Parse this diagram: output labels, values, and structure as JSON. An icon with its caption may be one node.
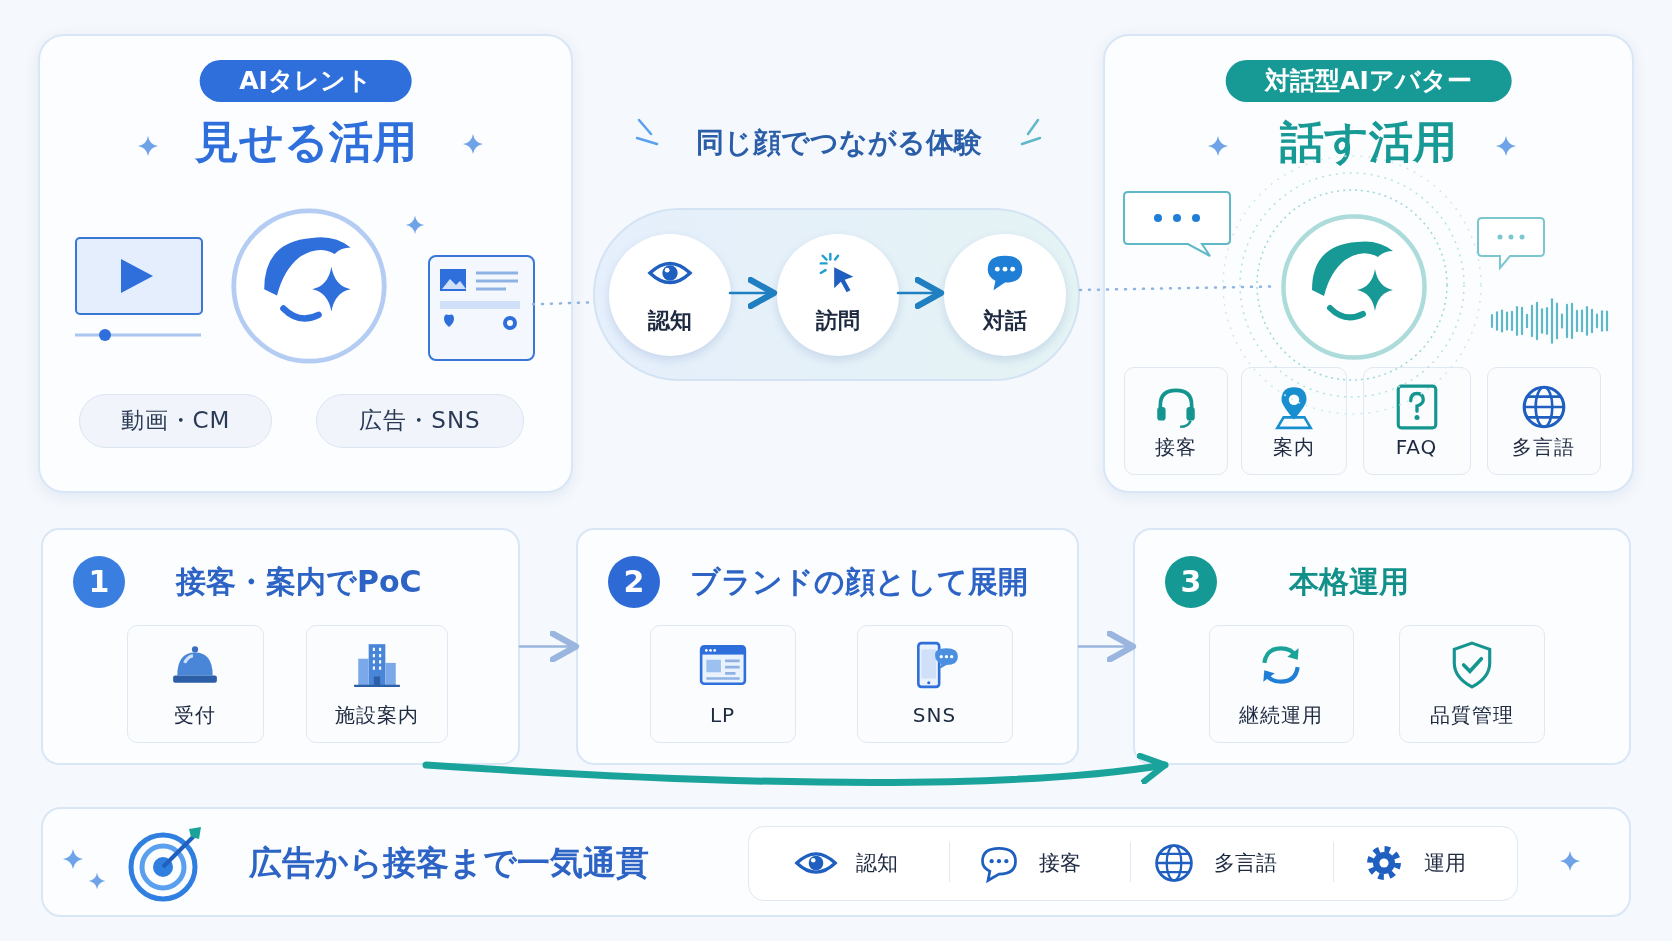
{
  "diagram": {
    "nodes": [
      {
        "text": [
          "AIタレント",
          "見せる活用"
        ]
      },
      {
        "text": [
          "動画・CM"
        ],
        "in": 0
      },
      {
        "text": [
          "広告・SNS"
        ],
        "in": 0
      },
      {
        "text": [],
        "shape": "box",
        "in": 0
      },
      {
        "text": [],
        "shape": "box"
      },
      {
        "text": [
          "認知"
        ],
        "in": 4
      },
      {
        "text": [
          "訪問"
        ],
        "in": 4
      },
      {
        "text": [
          "対話"
        ],
        "in": 4
      },
      {
        "text": [
          "対話型AIアバター",
          "話す活用"
        ]
      },
      {
        "text": [],
        "shape": "circle",
        "in": 8
      },
      {
        "text": [
          "接客"
        ],
        "in": 8
      },
      {
        "text": [
          "案内"
        ],
        "in": 8
      },
      {
        "text": [
          "FAQ"
        ],
        "in": 8
      },
      {
        "text": [
          "多言語"
        ],
        "in": 8
      },
      {
        "text": [
          "1",
          "接客・案内でPoC"
        ]
      },
      {
        "text": [
          "受付"
        ],
        "in": 14
      },
      {
        "text": [
          "施設案内"
        ],
        "in": 14
      },
      {
        "text": [
          "2",
          "ブランドの顔として展開"
        ]
      },
      {
        "text": [
          "LP"
        ],
        "in": 17
      },
      {
        "text": [
          "SNS"
        ],
        "in": 17
      },
      {
        "text": [
          "3",
          "本格運用"
        ]
      },
      {
        "text": [
          "継続運用"
        ],
        "in": 20
      },
      {
        "text": [
          "品質管理"
        ],
        "in": 20
      },
      {
        "text": [
          "広告から接客まで一気通貫"
        ]
      },
      {
        "text": [
          "認知"
        ],
        "in": 23
      },
      {
        "text": [
          "接客"
        ],
        "in": 23
      },
      {
        "text": [
          "多言語"
        ],
        "in": 23
      },
      {
        "text": [
          "運用"
        ],
        "in": 23
      }
    ],
    "edges": [
      {
        "from": 3,
        "to": 4,
        "arrow": "none",
        "style": "dashed",
        "color": "#8fb4e0"
      },
      {
        "from": 5,
        "to": 6,
        "arrow": "to",
        "color": "#1f7fc0"
      },
      {
        "from": 6,
        "to": 7,
        "arrow": "to",
        "color": "#1f7fc0"
      },
      {
        "from": 4,
        "to": 9,
        "arrow": "none",
        "style": "dashed",
        "color": "#8fb4e0"
      },
      {
        "from": 14,
        "to": 17,
        "arrow": "to",
        "color": "#9ab6de"
      },
      {
        "from": 17,
        "to": 20,
        "arrow": "to",
        "color": "#9ab6de"
      },
      {
        "from": 14,
        "to": 20,
        "arrow": "to",
        "style": "thick",
        "color": "#1aa39b"
      }
    ],
    "labels": [
      "同じ顔でつながる体験"
    ]
  }
}
